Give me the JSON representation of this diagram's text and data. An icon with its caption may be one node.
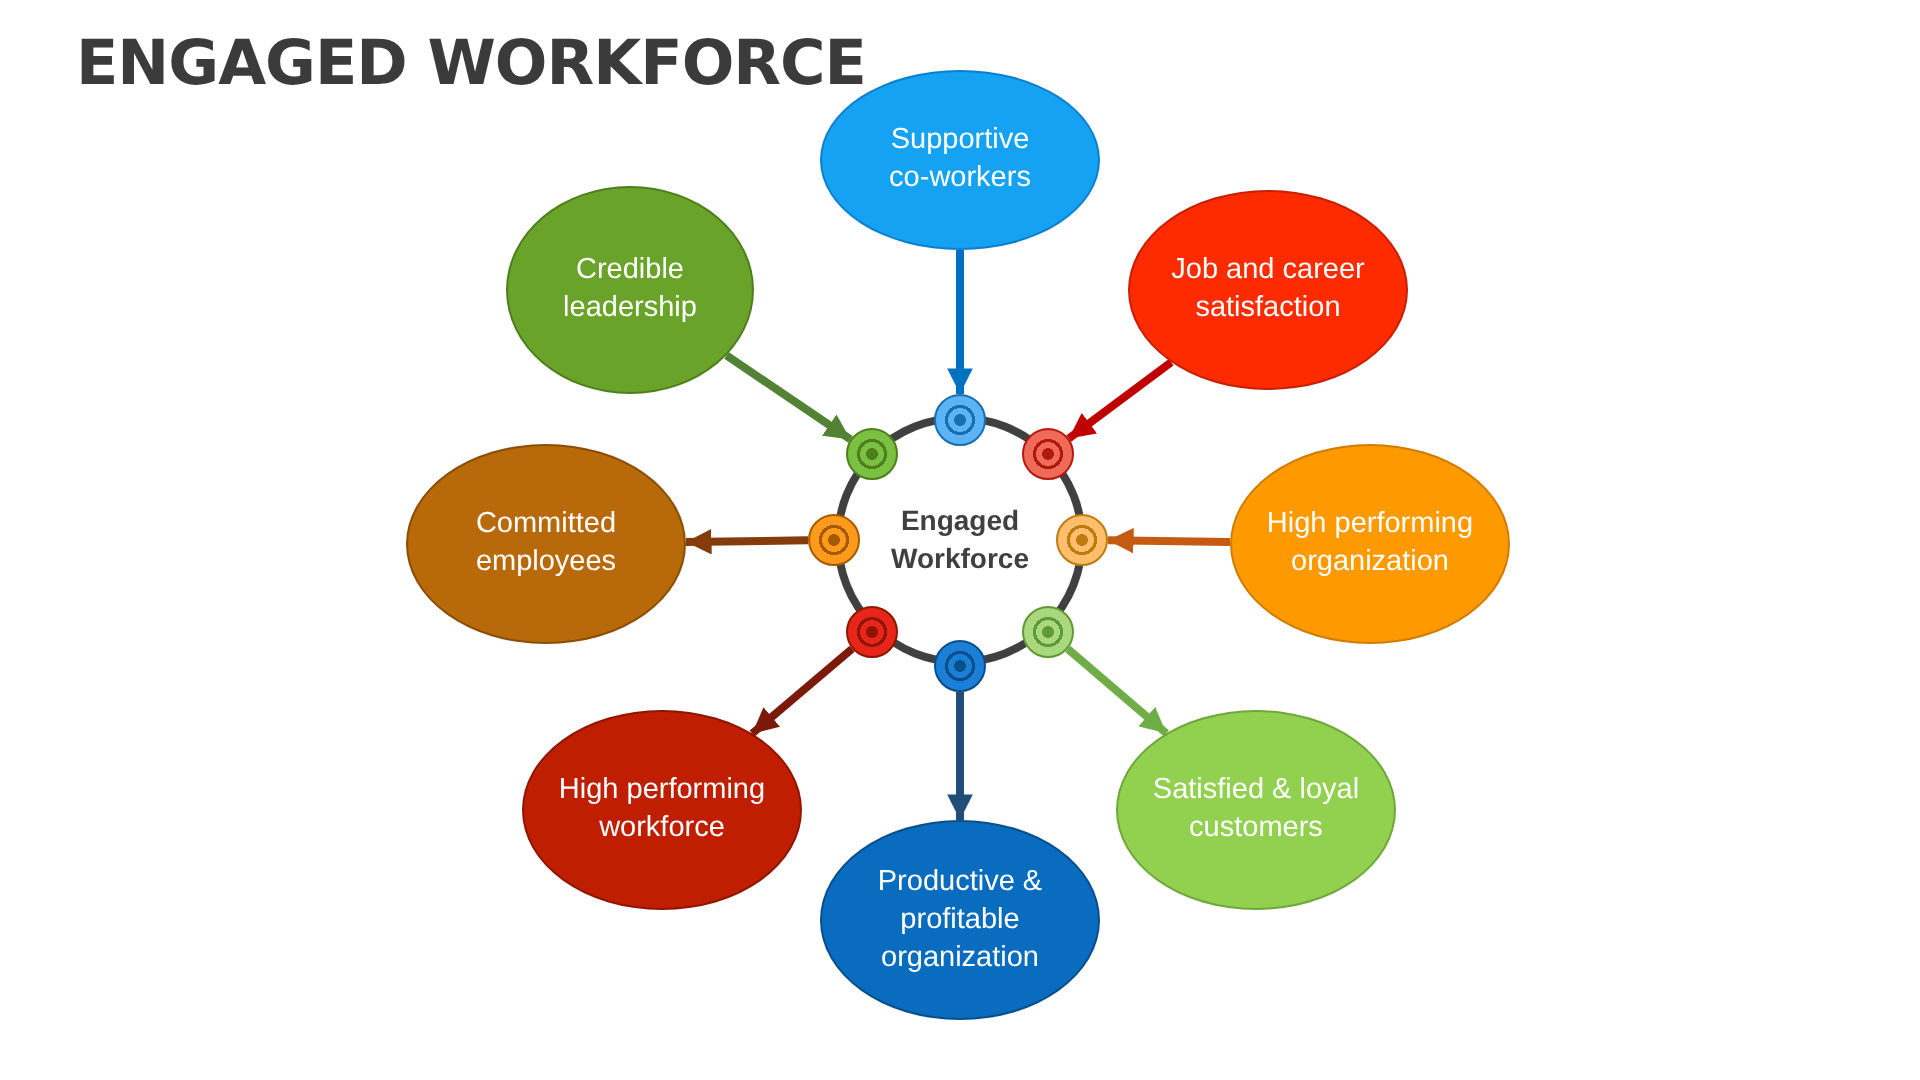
{
  "diagram": {
    "title": "ENGAGED WORKFORCE",
    "nodes": [
      {
        "text": [
          "Engaged Workforce"
        ]
      },
      {
        "text": [
          "Supportive co-workers"
        ]
      },
      {
        "text": [
          "Credible leadership"
        ]
      },
      {
        "text": [
          "Job and career satisfaction"
        ]
      },
      {
        "text": [
          "Committed employees"
        ]
      },
      {
        "text": [
          "High performing organization"
        ]
      },
      {
        "text": [
          "High performing workforce"
        ]
      },
      {
        "text": [
          "Satisfied & loyal customers"
        ]
      },
      {
        "text": [
          "Productive & profitable organization"
        ]
      },
      {
        "text": [],
        "shape": "circle"
      },
      {
        "text": [],
        "shape": "circle"
      },
      {
        "text": [],
        "shape": "circle"
      },
      {
        "text": [],
        "shape": "circle"
      },
      {
        "text": [],
        "shape": "circle"
      },
      {
        "text": [],
        "shape": "circle"
      },
      {
        "text": [],
        "shape": "circle"
      },
      {
        "text": [],
        "shape": "circle"
      }
    ],
    "edges": [
      {
        "from": 1,
        "to": 9,
        "arrow": "to",
        "color": "#0070c0"
      },
      {
        "from": 2,
        "to": 10,
        "arrow": "to",
        "color": "#548235"
      },
      {
        "from": 3,
        "to": 11,
        "arrow": "to",
        "color": "#c00000"
      },
      {
        "from": 5,
        "to": 13,
        "arrow": "to",
        "color": "#c55a11"
      },
      {
        "from": 12,
        "to": 4,
        "arrow": "to",
        "color": "#843c0c"
      },
      {
        "from": 14,
        "to": 6,
        "arrow": "to",
        "color": "#7b1a0a"
      },
      {
        "from": 16,
        "to": 8,
        "arrow": "to",
        "color": "#1f4e79"
      },
      {
        "from": 15,
        "to": 7,
        "arrow": "to",
        "color": "#70ad47"
      }
    ]
  }
}
